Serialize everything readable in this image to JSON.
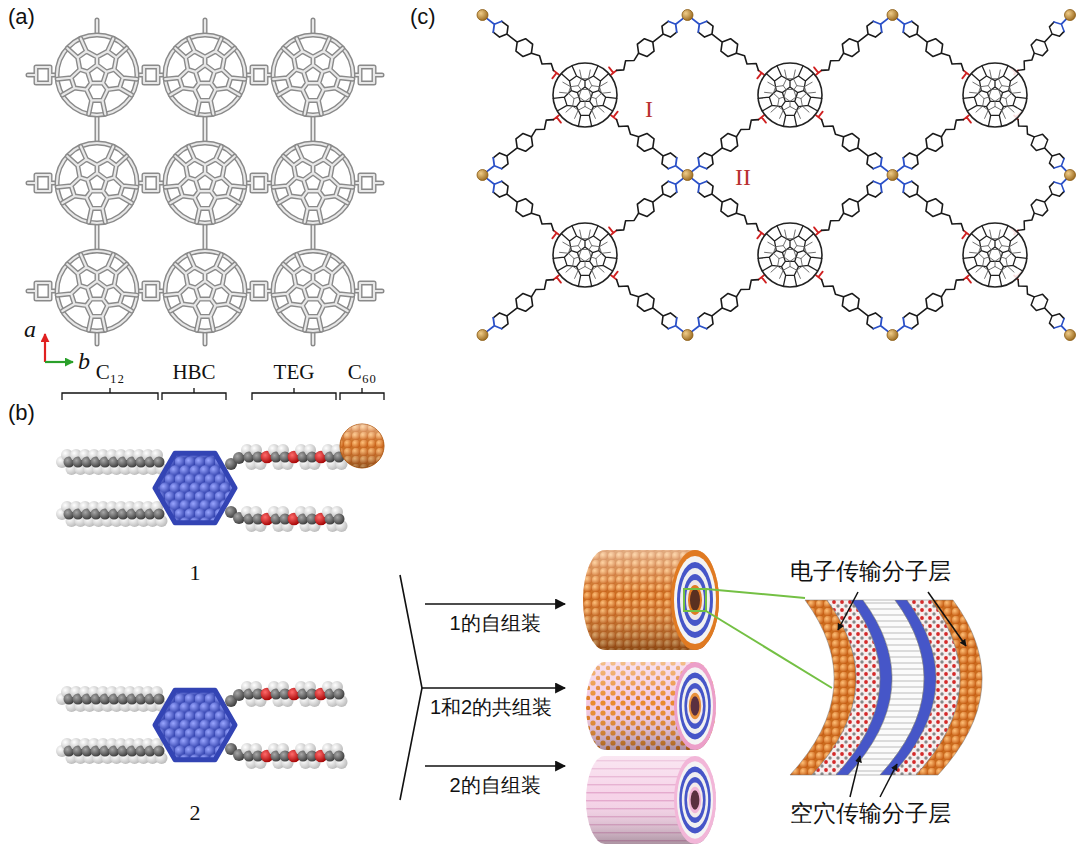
{
  "diagram": {
    "labels": [
      "(a)",
      "(c)",
      "I",
      "II",
      "a",
      "b",
      "(b)",
      "C₁₂",
      "HBC",
      "TEG",
      "C₆₀",
      "1的自组装",
      "电子传输分子层",
      "1",
      "1和2的共组装",
      "2的自组装",
      "2",
      "空穴传输分子层"
    ]
  }
}
